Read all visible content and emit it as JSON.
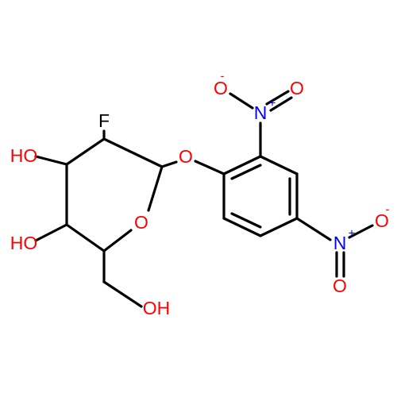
{
  "molecule": {
    "colors": {
      "bond": "#000000",
      "O": "#ff0000",
      "N": "#0000ff",
      "F": "#000000",
      "default": "#000000"
    },
    "atom_labels": {
      "f": "F",
      "oh3": "HO",
      "oh4": "HO",
      "ring_o": "O",
      "link_o": "O",
      "oh6": "OH",
      "n1": "N",
      "n1_o_single": "O",
      "n1_o_double": "O",
      "n2": "N",
      "n2_o_single": "O",
      "n2_o_double": "O"
    },
    "charges": {
      "n1_o_single": "-",
      "n2_o_single": "-",
      "n1": "+",
      "n2": "+"
    }
  }
}
